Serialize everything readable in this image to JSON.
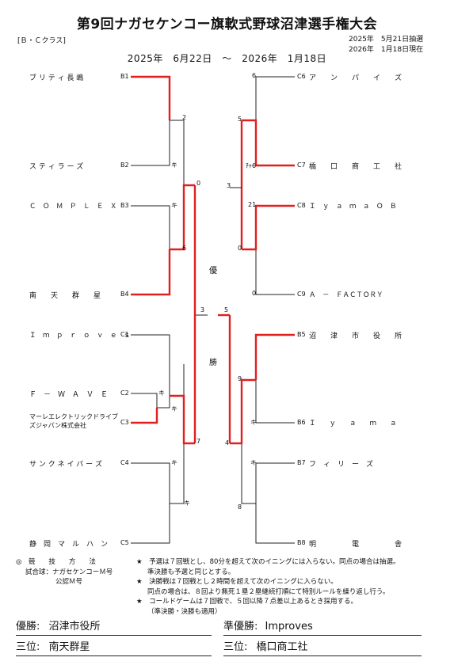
{
  "header": {
    "title": "第9回ナガセケンコー旗軟式野球沼津選手権大会",
    "class_label": "[Ｂ・Ｃクラス]",
    "draw_date": "2025年　5月21日抽選",
    "as_of": "2026年　1月18日現在",
    "period": "2025年　6月22日　～　2026年　1月18日"
  },
  "bracket": {
    "left": [
      {
        "seed": "B1",
        "name": "ブ リ テ ィ 長 嶋"
      },
      {
        "seed": "B2",
        "name": "ス テ ィ ラ ー ズ"
      },
      {
        "seed": "B3",
        "name": "Ｃ　Ｏ　Ｍ　Ｐ　Ｌ　Ｅ　Ｘ"
      },
      {
        "seed": "B4",
        "name": "南　　天　　群　　星"
      },
      {
        "seed": "C1",
        "name": "Ｉ　ｍ　ｐ　ｒ　ｏ　ｖ　ｅ　ｓ"
      },
      {
        "seed": "C2",
        "name": "Ｆ　－　Ｗ　Ａ　Ｖ　Ｅ"
      },
      {
        "seed": "C3",
        "name": "マーレエレクトリックドライブズジャパン株式会社"
      },
      {
        "seed": "C4",
        "name": "サ ン ク ネ イ バ ー ズ"
      },
      {
        "seed": "C5",
        "name": "静　岡　マ　ル　ハ　ン"
      }
    ],
    "right": [
      {
        "seed": "C6",
        "name": "ア　　ン　　パ　　イ　　ズ"
      },
      {
        "seed": "C7",
        "name": "橋　　口　　商　　工　　社"
      },
      {
        "seed": "C8",
        "name": "Ｉ　ｙ　ａ　ｍ　ａ　Ｏ　Ｂ"
      },
      {
        "seed": "C9",
        "name": "Ａ　－　ＦＡＣＴＯＲＹ"
      },
      {
        "seed": "B5",
        "name": "沼　　津　　市　　役　　所"
      },
      {
        "seed": "B6",
        "name": "Ｉ　　ｙ　　ａ　　ｍ　　ａ"
      },
      {
        "seed": "B7",
        "name": "フ　ィ　リ　ー　ズ"
      },
      {
        "seed": "B8",
        "name": "明　　　　　電　　　　　舎"
      }
    ],
    "scores": {
      "l_b1b2_top": "2",
      "l_b1b2_bot": "キ",
      "l_b3b4_top": "キ",
      "l_b3b4_bot": "6",
      "l_sf1_top": "0",
      "l_sf1_bot": "6",
      "l_c2c3_top": "キ",
      "l_c2c3_bot": "キ",
      "l_c45_top": "キ",
      "l_c45_bot": "キ",
      "l_sf2_top": "7",
      "l_final": "3",
      "r_c6c7_top": "6",
      "r_c6c7_bot": "ﾁｬ6",
      "r_c8c9_top": "21",
      "r_c8c9_bot": "0",
      "r_sf1_top": "5",
      "r_sf1_bot": "0",
      "r_q_top": "3",
      "r_b5b6_top": "9",
      "r_b5b6_bot": "キ",
      "r_b7b8_top": "キ",
      "r_b7b8_bot": "8",
      "r_sf2_bot": "4",
      "r_final": "5"
    },
    "final_label_1": "優",
    "final_label_2": "勝"
  },
  "rules": {
    "method_label": "◎　競　　技　　方　　法",
    "ball": "試合球：ナガセケンコーＭ号",
    "ball2": "公認Ｍ号",
    "r1": "★　予選は７回戦とし、80分を超えて次のイニングには入らない。同点の場合は抽選。",
    "r1b": "準決勝も予選と同じとする。",
    "r2": "★　決勝戦は７回戦とし２時間を超えて次のイニングに入らない。",
    "r2b": "同点の場合は、８回より無死１塁２塁継続打順にて特別ルールを繰り返し行う。",
    "r3": "★　コールドゲームは７回戦で、５回以降７点差以上あるとき採用する。",
    "r3b": "（準決勝・決勝も適用）"
  },
  "results": {
    "champion_label": "優勝:",
    "champion": "沼津市役所",
    "runner_up_label": "準優勝:",
    "runner_up": "Improves",
    "third_label_1": "三位:",
    "third_1": "南天群星",
    "third_label_2": "三位:",
    "third_2": "橋口商工社"
  },
  "colors": {
    "win": "#e0201e",
    "line": "#222222"
  }
}
